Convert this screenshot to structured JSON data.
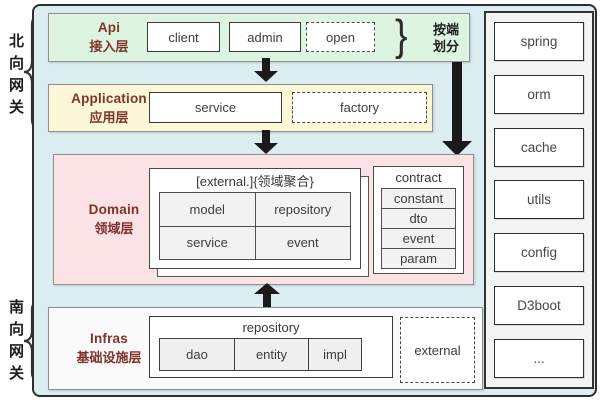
{
  "gateways": {
    "north": "北向网关",
    "south": "南向网关"
  },
  "layers": {
    "api": {
      "title_en": "Api",
      "title_zh": "接入层",
      "boxes": [
        "client",
        "admin",
        "open"
      ],
      "brace_glyph": "}",
      "annotation_line1": "按端",
      "annotation_line2": "划分"
    },
    "application": {
      "title_en": "Application",
      "title_zh": "应用层",
      "boxes": [
        "service",
        "factory"
      ]
    },
    "domain": {
      "title_en": "Domain",
      "title_zh": "领域层",
      "aggregate": {
        "title": "[external.]{领域聚合}",
        "cells": [
          "model",
          "repository",
          "service",
          "event"
        ]
      },
      "contract": {
        "title": "contract",
        "items": [
          "constant",
          "dto",
          "event",
          "param"
        ]
      }
    },
    "infras": {
      "title_en": "Infras",
      "title_zh": "基础设施层",
      "repository": {
        "title": "repository",
        "cells": [
          "dao",
          "entity",
          "impl"
        ]
      },
      "external_label": "external"
    }
  },
  "sidebar": {
    "items": [
      "spring",
      "orm",
      "cache",
      "utils",
      "config",
      "D3boot",
      "..."
    ]
  },
  "colors": {
    "canvas": "#daedf0",
    "api_layer": "#ddf5e0",
    "application_layer": "#fcf8d7",
    "domain_layer": "#fbe2e4",
    "infras_layer": "#fafafa",
    "sidebar": "#f4f4f4",
    "title_text": "#7d332b",
    "arrow": "#1a1a1a"
  }
}
